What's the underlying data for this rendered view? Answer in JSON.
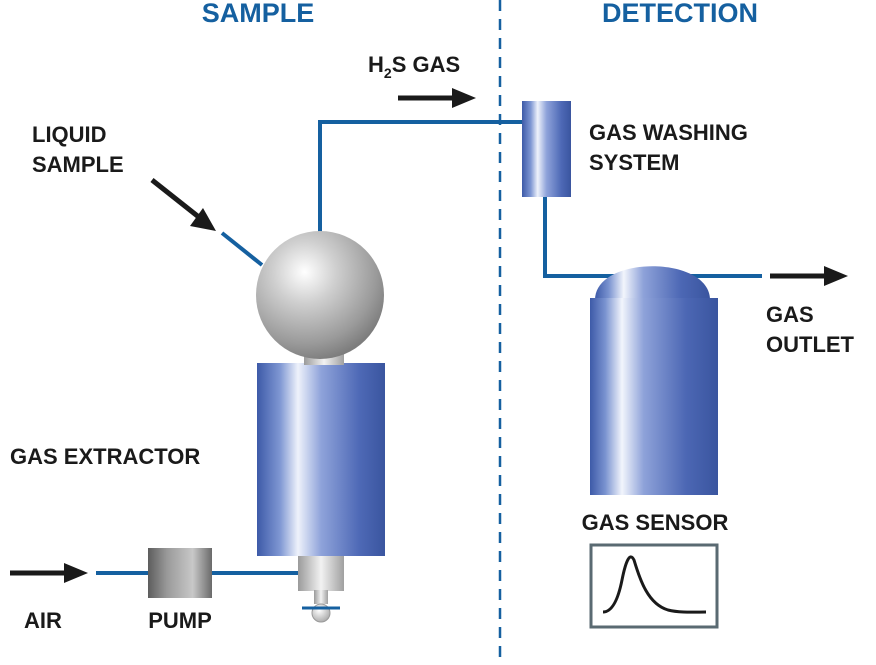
{
  "sections": {
    "sample": "SAMPLE",
    "detection": "DETECTION",
    "color": "#1560a0"
  },
  "labels": {
    "h2s_h": "H",
    "h2s_sub": "2",
    "h2s_rest": "S GAS",
    "liquid_sample_line1": "LIQUID",
    "liquid_sample_line2": "SAMPLE",
    "gas_washing_line1": "GAS WASHING",
    "gas_washing_line2": "SYSTEM",
    "gas_outlet_line1": "GAS",
    "gas_outlet_line2": "OUTLET",
    "gas_extractor": "GAS EXTRACTOR",
    "gas_sensor": "GAS SENSOR",
    "air": "AIR",
    "pump": "PUMP"
  },
  "colors": {
    "pipe": "#1560a0",
    "cylinder_blue": "#4a68b4",
    "arrow": "#1a1a1a",
    "monitor_border": "#5a6a72"
  },
  "icons": {
    "sensor_signal": "peak-curve-icon",
    "valve": "valve-icon"
  }
}
